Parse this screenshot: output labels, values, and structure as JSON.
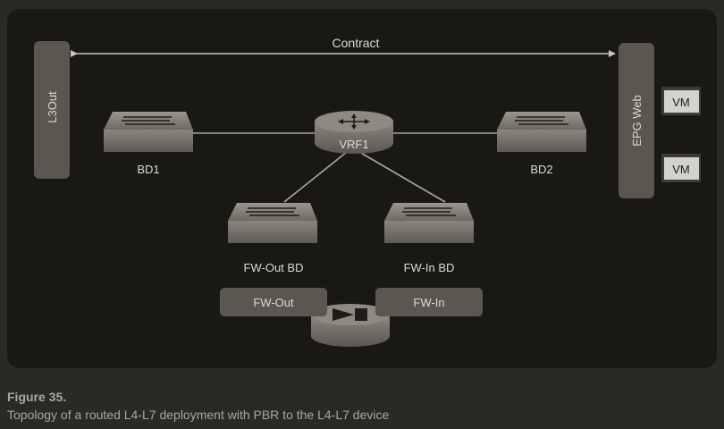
{
  "diagram": {
    "contract_label": "Contract",
    "l3out_label": "L3Out",
    "epg_label": "EPG Web",
    "vm_labels": [
      "VM",
      "VM"
    ],
    "vrf_label": "VRF1",
    "bd1_label": "BD1",
    "bd2_label": "BD2",
    "fw_out_bd_label": "FW-Out BD",
    "fw_in_bd_label": "FW-In BD",
    "fw_out_label": "FW-Out",
    "fw_in_label": "FW-In"
  },
  "caption": {
    "title": "Figure 35.",
    "text": "Topology of a routed L4-L7 deployment with PBR to the L4-L7 device"
  },
  "colors": {
    "page_bg": "#2b2925",
    "panel_bg": "#1a1814",
    "node_fill": "#5a5650",
    "text": "#dcdad2",
    "line": "#a8a69e"
  }
}
